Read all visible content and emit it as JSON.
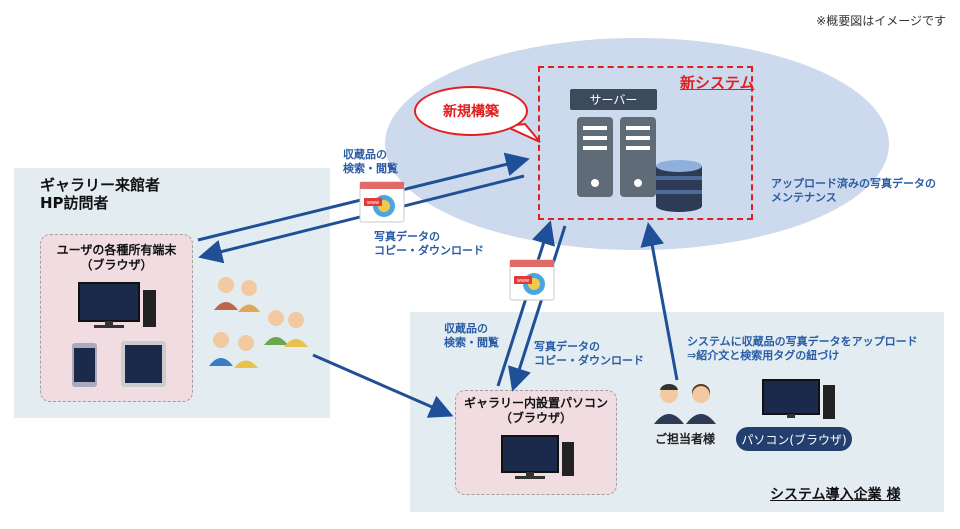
{
  "note": "※概要図はイメージです",
  "new_system": {
    "title": "新システム",
    "callout": "新規構築",
    "server_label": "サーバー",
    "maintenance_lines": [
      "アップロード済みの写真データの",
      "メンテナンス"
    ]
  },
  "visitors": {
    "title_lines": [
      "ギャラリー来館者",
      "HP訪問者"
    ],
    "device_box_lines": [
      "ユーザの各種所有端末",
      "（ブラウザ）"
    ]
  },
  "flows": {
    "browse_top": [
      "収蔵品の",
      "検索・閲覧"
    ],
    "copy_top": [
      "写真データの",
      "コピー・ダウンロード"
    ],
    "browse_bottom": [
      "収蔵品の",
      "検索・閲覧"
    ],
    "copy_bottom": [
      "写真データの",
      "コピー・ダウンロード"
    ]
  },
  "company": {
    "gallery_pc_lines": [
      "ギャラリー内設置パソコン",
      "（ブラウザ）"
    ],
    "upload_lines": [
      "システムに収蔵品の写真データをアップロード",
      "⇒紹介文と検索用タグの紐づけ"
    ],
    "staff_label": "ご担当者様",
    "pc_label": "パソコン(ブラウザ)",
    "footer": "システム導入企業 様"
  },
  "icons": [
    "browser-www-icon",
    "server-rack-icon",
    "database-icon",
    "desktop-pc-icon",
    "smartphone-icon",
    "tablet-icon",
    "people-icon",
    "staff-icon"
  ],
  "colors": {
    "arrow": "#1f4f96",
    "accent_red": "#e02020",
    "panel": "#e3edf1",
    "ellipse": "#cdd9ec",
    "pink_box": "#f1dde1",
    "pill": "#233f6e"
  }
}
